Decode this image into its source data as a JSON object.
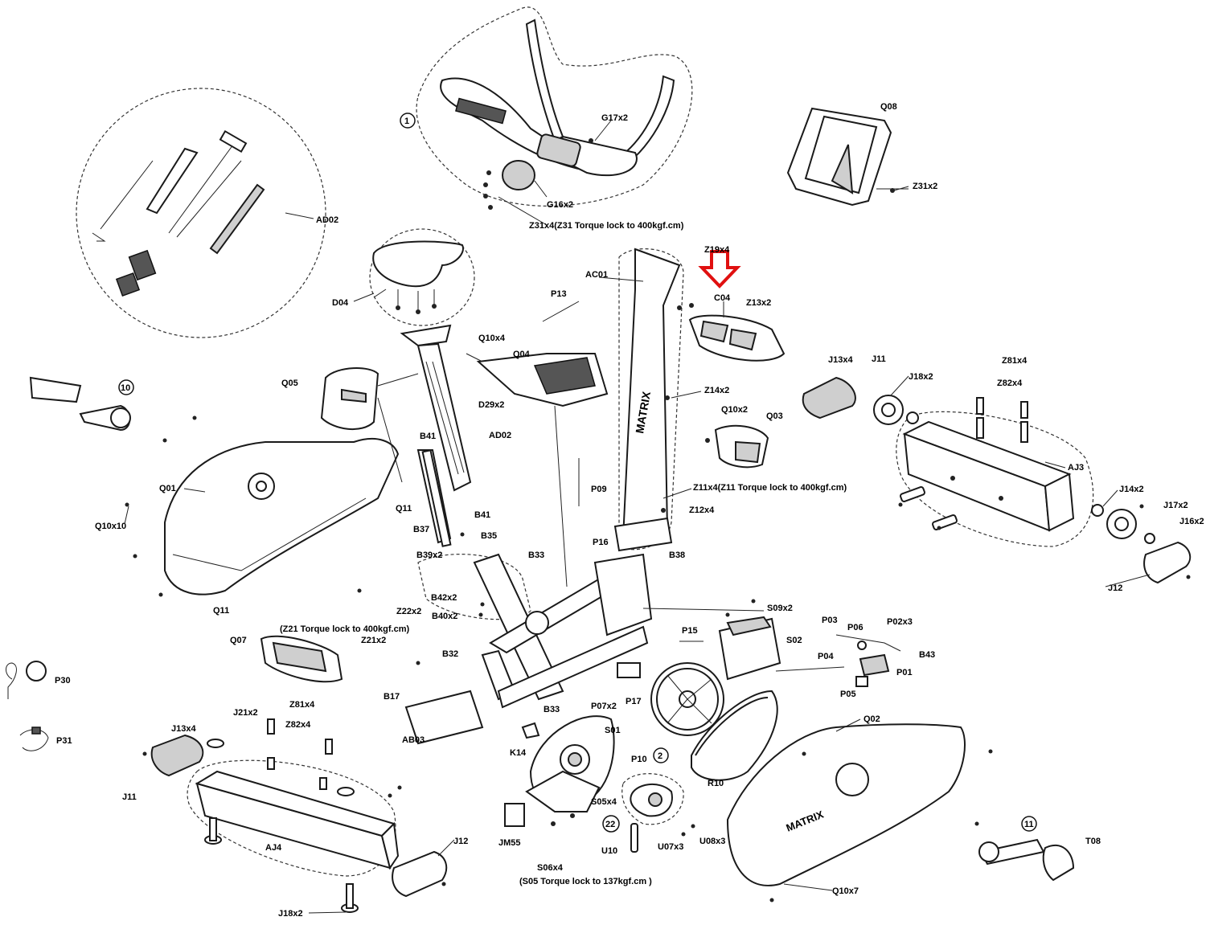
{
  "diagram": {
    "highlight_color": "#e01010",
    "labels": {
      "n1": "1",
      "n2": "2",
      "n10": "10",
      "n11": "11",
      "n22": "22",
      "AD02_top": "AD02",
      "AD02_mid": "AD02",
      "AB03": "AB03",
      "AC01": "AC01",
      "AJ3": "AJ3",
      "AJ4": "AJ4",
      "B17": "B17",
      "B32": "B32",
      "B33": "B33",
      "B33b": "B33",
      "B35": "B35",
      "B37": "B37",
      "B38": "B38",
      "B39x2": "B39x2",
      "B40x2": "B40x2",
      "B41a": "B41",
      "B41b": "B41",
      "B42x2": "B42x2",
      "B43": "B43",
      "C04": "C04",
      "D04": "D04",
      "D29x2": "D29x2",
      "G16x2": "G16x2",
      "G17x2": "G17x2",
      "J11a": "J11",
      "J11b": "J11",
      "J12a": "J12",
      "J12b": "J12",
      "J13x4a": "J13x4",
      "J13x4b": "J13x4",
      "J14x2": "J14x2",
      "J16x2": "J16x2",
      "J17x2": "J17x2",
      "J18x2a": "J18x2",
      "J18x2b": "J18x2",
      "J21x2": "J21x2",
      "JM55": "JM55",
      "K14": "K14",
      "P01": "P01",
      "P02x3": "P02x3",
      "P03": "P03",
      "P04": "P04",
      "P05": "P05",
      "P06": "P06",
      "P07x2": "P07x2",
      "P09": "P09",
      "P10": "P10",
      "P13": "P13",
      "P15": "P15",
      "P16": "P16",
      "P17": "P17",
      "P30": "P30",
      "P31": "P31",
      "Q01": "Q01",
      "Q02": "Q02",
      "Q03": "Q03",
      "Q04": "Q04",
      "Q05": "Q05",
      "Q07": "Q07",
      "Q08": "Q08",
      "Q10x2": "Q10x2",
      "Q10x4": "Q10x4",
      "Q10x7": "Q10x7",
      "Q10x10": "Q10x10",
      "Q11a": "Q11",
      "Q11b": "Q11",
      "R10": "R10",
      "S01": "S01",
      "S02": "S02",
      "S05x4": "S05x4",
      "S06x4": "S06x4",
      "S09x2": "S09x2",
      "T08": "T08",
      "U07x3": "U07x3",
      "U08x3": "U08x3",
      "U10": "U10",
      "Z11x4": "Z11x4(Z11 Torque lock to 400kgf.cm)",
      "Z12x4": "Z12x4",
      "Z13x2": "Z13x2",
      "Z14x2": "Z14x2",
      "Z19x4": "Z19x4",
      "Z21note": "(Z21 Torque lock to 400kgf.cm)",
      "Z21x2": "Z21x2",
      "Z22x2": "Z22x2",
      "Z31x2": "Z31x2",
      "Z31x4": "Z31x4(Z31 Torque lock to 400kgf.cm)",
      "Z81x4a": "Z81x4",
      "Z81x4b": "Z81x4",
      "Z82x4a": "Z82x4",
      "Z82x4b": "Z82x4",
      "S05note": "(S05 Torque lock to 137kgf.cm )",
      "MATRIX_frame": "MATRIX",
      "MATRIX_cover": "MATRIX"
    }
  }
}
